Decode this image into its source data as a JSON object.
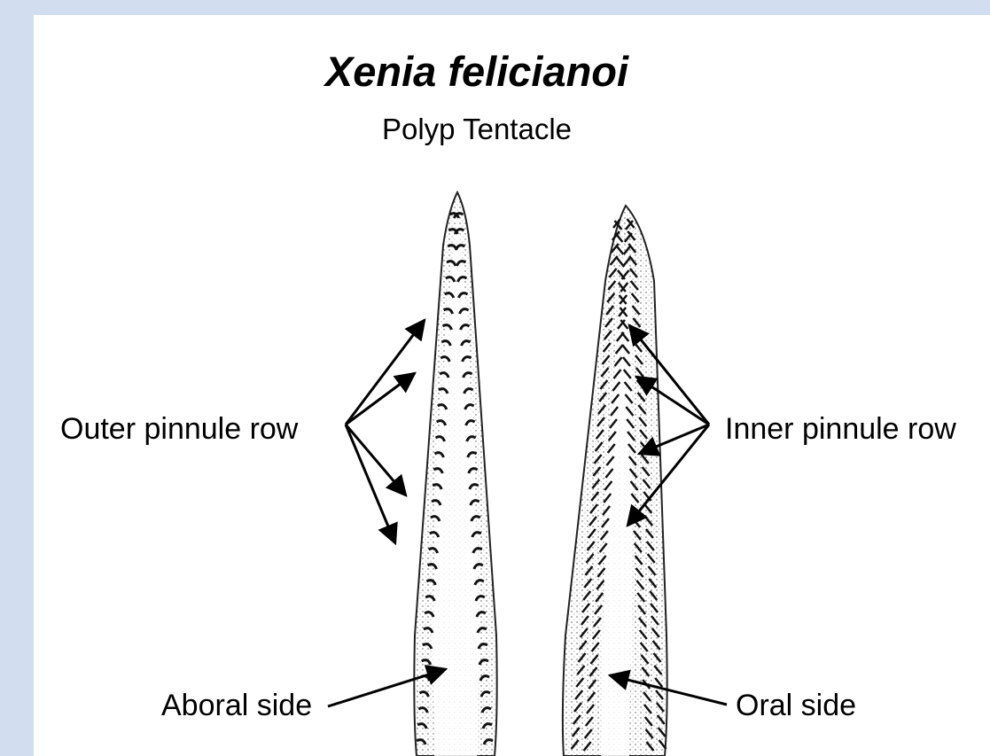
{
  "title": "Xenia felicianoi",
  "subtitle": "Polyp Tentacle",
  "labels": {
    "outer": "Outer pinnule row",
    "inner": "Inner pinnule row",
    "aboral": "Aboral side",
    "oral": "Oral side"
  }
}
